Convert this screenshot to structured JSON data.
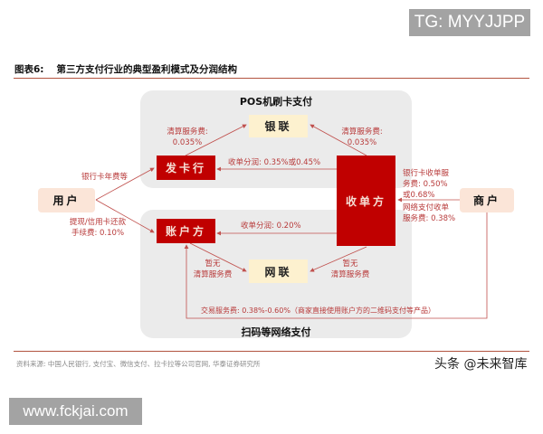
{
  "watermarks": {
    "top": "TG: MYYJJPP",
    "bottom": "www.fckjai.com"
  },
  "figure": {
    "label": "图表6:",
    "title": "第三方支付行业的典型盈利模式及分润结构"
  },
  "panels": {
    "top_title": "POS机刷卡支付",
    "bottom_title": "扫码等网络支付"
  },
  "nodes": {
    "unionpay": "银联",
    "issuer": "发卡行",
    "acquirer": "收单方",
    "account_provider": "账户方",
    "netsunion": "网联",
    "user": "用户",
    "merchant": "商户"
  },
  "colors": {
    "red_box": "#c00000",
    "yellow_box": "#fdf1cf",
    "peach_box": "#fbe5d8",
    "panel_bg": "#ebebeb",
    "label_text": "#b83a3a",
    "arrow": "#c0504d"
  },
  "edges": {
    "issuer_to_unionpay": {
      "line1": "清算服务费:",
      "line2": "0.035%"
    },
    "acquirer_to_unionpay": {
      "line1": "清算服务费:",
      "line2": "0.035%"
    },
    "acquirer_to_issuer": "收单分润: 0.35%或0.45%",
    "acquirer_to_account": "收单分润: 0.20%",
    "user_to_issuer": "银行卡年费等",
    "user_to_account": {
      "line1": "提现/信用卡还款",
      "line2": "手续费: 0.10%"
    },
    "merchant_to_acquirer": {
      "line1": "银行卡收单服",
      "line2": "务费: 0.50%",
      "line3": "或0.68%",
      "line4": "网络支付收单",
      "line5": "服务费: 0.38%"
    },
    "account_to_netsunion": {
      "line1": "暂无",
      "line2": "清算服务费"
    },
    "acquirer_to_netsunion": {
      "line1": "暂无",
      "line2": "清算服务费"
    },
    "merchant_to_account": "交易服务费: 0.38%-0.60%（商家直接使用账户方的二维码支付等产品）"
  },
  "footer": {
    "source": "资料来源: 中国人民银行, 支付宝、微信支付、拉卡拉等公司官网, 华泰证券研究所",
    "brand": "头条 @未来智库"
  }
}
